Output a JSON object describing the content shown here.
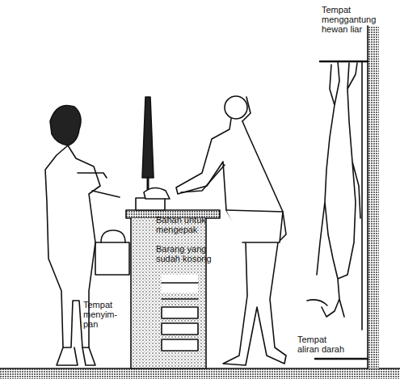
{
  "diagram": {
    "labels": [
      "Tempat menggantung hewan liar",
      "Bahan untuk mengepak",
      "Barang yang sudah kosong",
      "Tempat menyim- pan",
      "Tempat aliran darah"
    ]
  }
}
